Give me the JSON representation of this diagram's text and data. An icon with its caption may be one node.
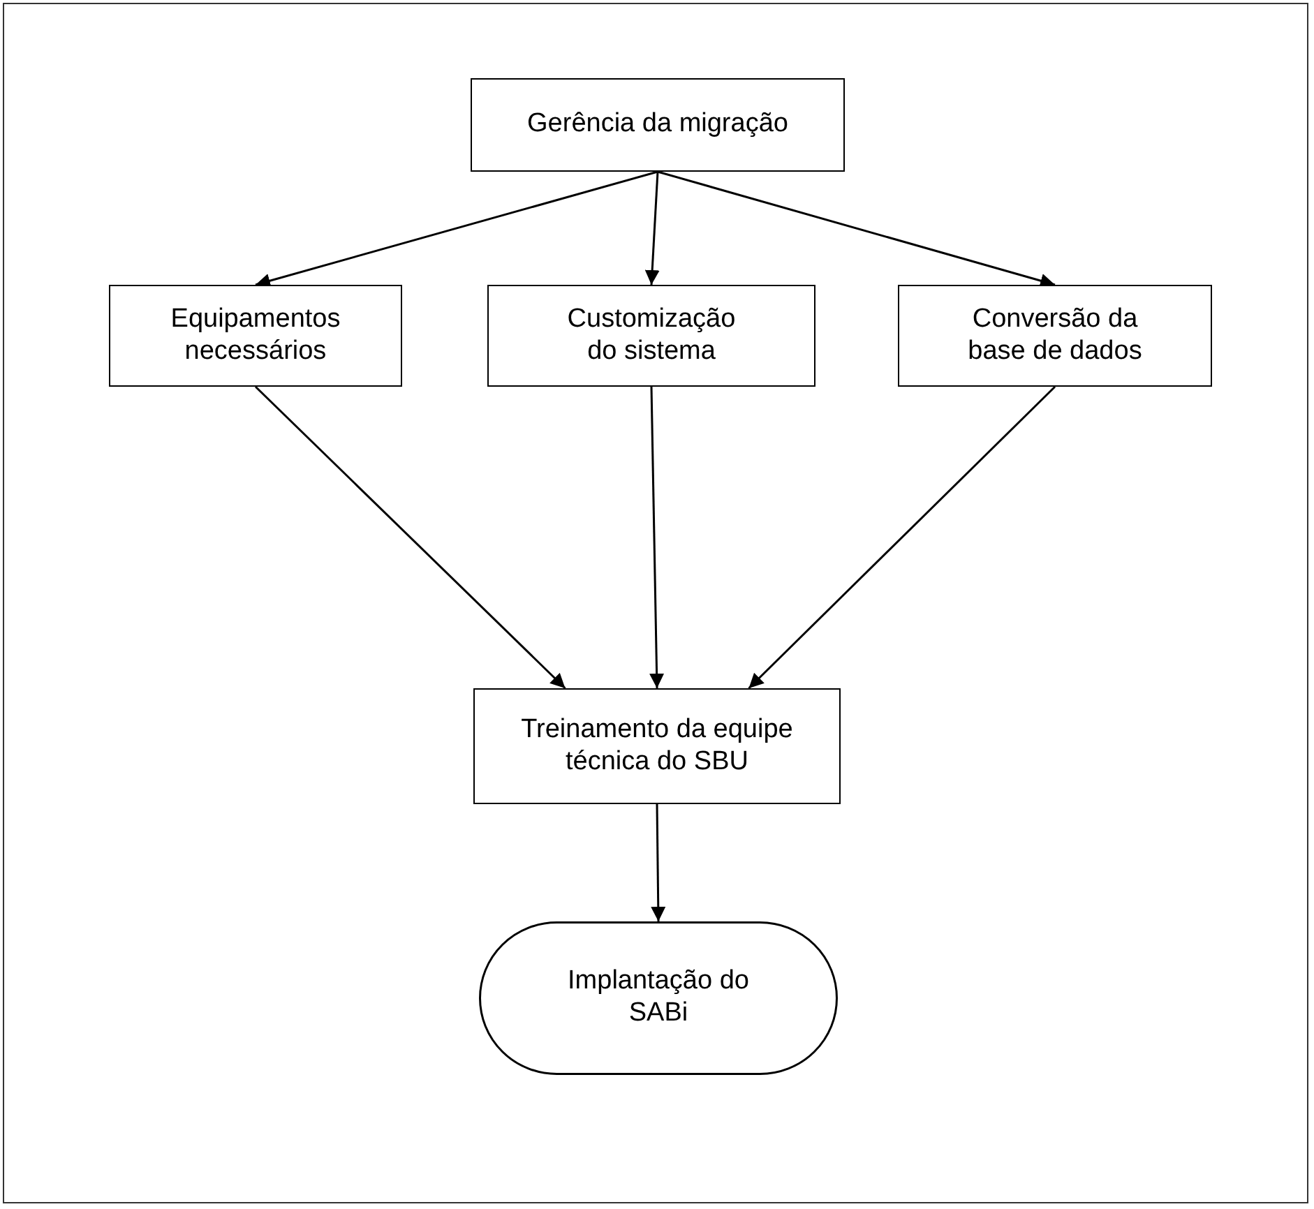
{
  "diagram": {
    "nodes": [
      {
        "text": [
          "Gerência da migração"
        ]
      },
      {
        "text": [
          "Equipamentos necessários"
        ]
      },
      {
        "text": [
          "Customização do sistema"
        ]
      },
      {
        "text": [
          "Conversão da base de dados"
        ]
      },
      {
        "text": [
          "Treinamento da equipe técnica do SBU"
        ]
      },
      {
        "text": [
          "Implantação do SABi"
        ]
      }
    ],
    "edges": [
      {
        "from": 0,
        "to": 1,
        "arrow": "to"
      },
      {
        "from": 0,
        "to": 2,
        "arrow": "to"
      },
      {
        "from": 0,
        "to": 3,
        "arrow": "to"
      },
      {
        "from": 1,
        "to": 4,
        "arrow": "to"
      },
      {
        "from": 2,
        "to": 4,
        "arrow": "to"
      },
      {
        "from": 3,
        "to": 4,
        "arrow": "to"
      },
      {
        "from": 4,
        "to": 5,
        "arrow": "to"
      }
    ]
  }
}
